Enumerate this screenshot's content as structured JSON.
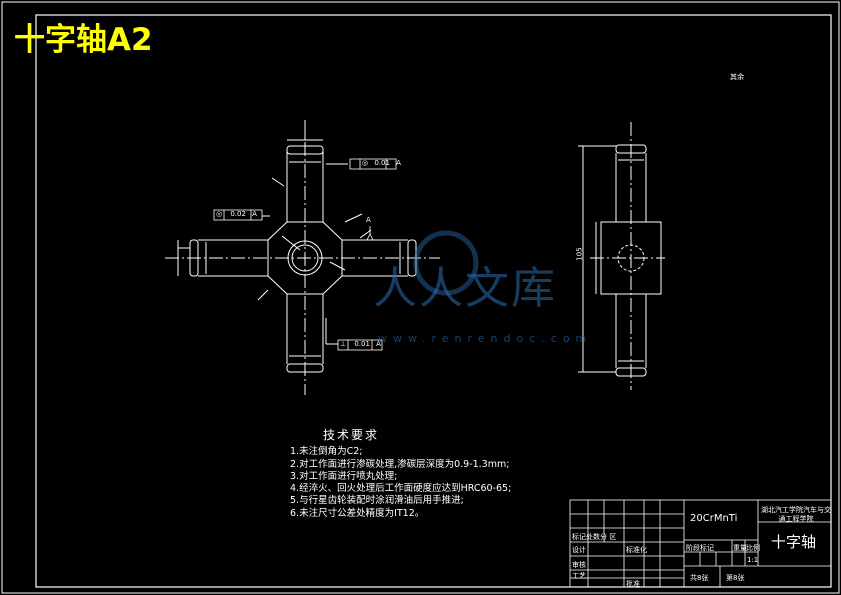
{
  "title": "十字轴A2",
  "drawing": {
    "roughness_note": "其余",
    "tech_requirements": {
      "heading": "技术要求",
      "items": [
        "1.未注倒角为C2;",
        "2.对工作面进行渗碳处理,渗碳层深度为0.9-1.3mm;",
        "3.对工作面进行喷丸处理;",
        "4.经淬火、回火处理后工作面硬度应达到HRC60-65;",
        "5.与行星齿轮装配时涂润滑油后用手推进;",
        "6.未注尺寸公差处精度为IT12。"
      ]
    },
    "gdt": [
      {
        "symbol": "◎",
        "value": "0.01",
        "datum": "A"
      },
      {
        "symbol": "◎",
        "value": "0.02",
        "datum": "A"
      },
      {
        "symbol": "⊥",
        "value": "0.01",
        "datum": "A"
      }
    ],
    "datum_label": "A",
    "height_dim": "105"
  },
  "title_block": {
    "material": "20CrMnTi",
    "part_name": "十字轴",
    "company": "湖北汽工学院汽车与交通工程学院",
    "cells": {
      "mark_row": "标记处数分 区",
      "design": "设计",
      "standard": "标准化",
      "review": "审核",
      "craft": "工艺",
      "approve": "批准",
      "stage": "阶段标记",
      "weight": "重量",
      "scale": "比例",
      "scale_value": "1:1",
      "sheets_total": "共8张",
      "sheet_no": "第8张"
    }
  },
  "watermark": {
    "text": "人人文库",
    "url": "www.renrendoc.com"
  }
}
